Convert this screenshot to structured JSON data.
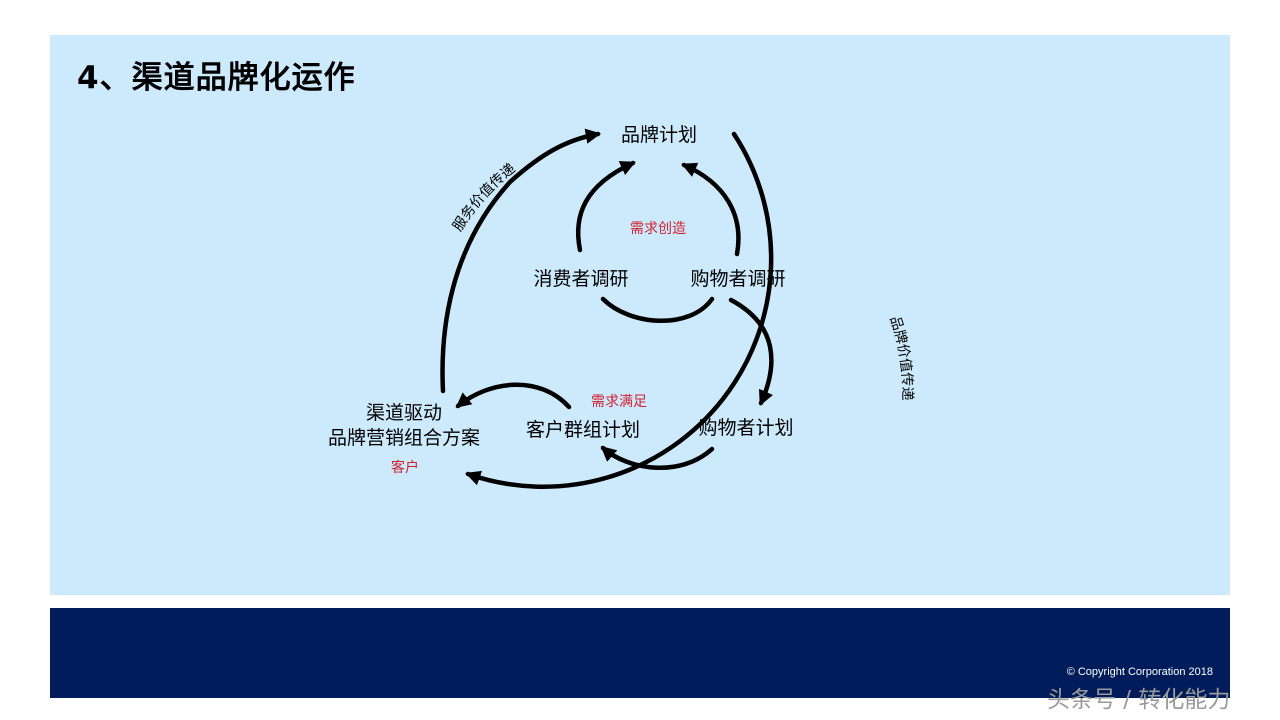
{
  "title": "4、渠道品牌化运作",
  "diagram": {
    "nodes": {
      "brand_plan": "品牌计划",
      "consumer_research": "消费者调研",
      "shopper_research": "购物者调研",
      "channel_driven_line1": "渠道驱动",
      "channel_driven_line2": "品牌营销组合方案",
      "customer_group_plan": "客户群组计划",
      "shopper_plan": "购物者计划"
    },
    "labels": {
      "demand_creation": "需求创造",
      "demand_satisfaction": "需求满足",
      "customer": "客户",
      "service_value_delivery": "服务价值传递",
      "brand_value_delivery": "品牌价值传递"
    }
  },
  "footer": {
    "copyright": "© Copyright Corporation 2018"
  },
  "watermark": "头条号 / 转化能力"
}
